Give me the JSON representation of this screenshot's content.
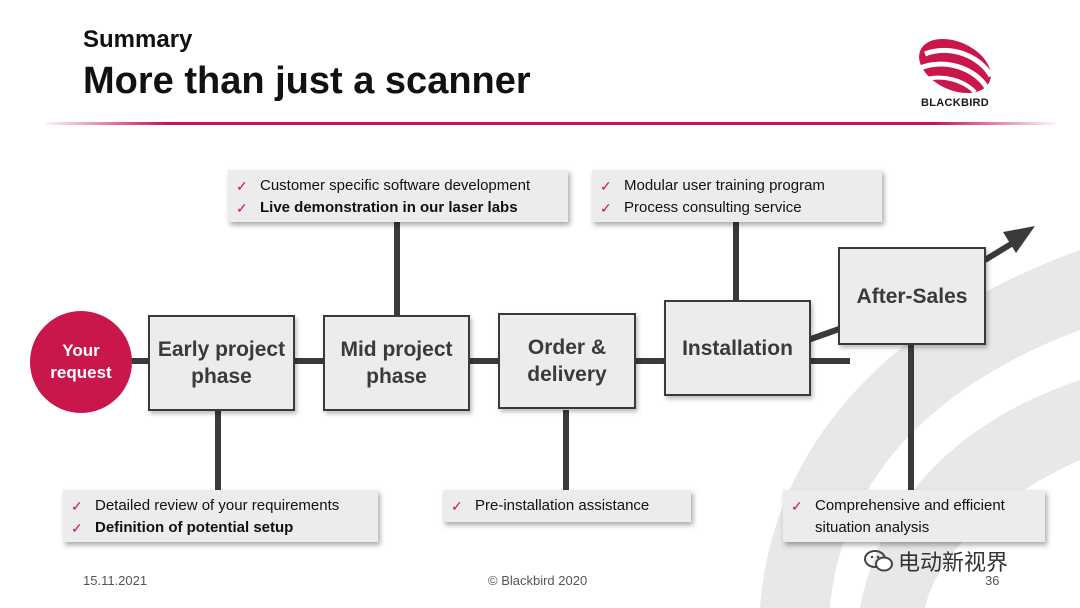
{
  "slide": {
    "subtitle": "Summary",
    "title": "More than just a scanner",
    "logo_text": "BLACKBIRD",
    "accent_color": "#c9174b"
  },
  "start": {
    "label": "Your request"
  },
  "stages": [
    {
      "label": "Early project phase"
    },
    {
      "label": "Mid project phase"
    },
    {
      "label": "Order & delivery"
    },
    {
      "label": "Installation"
    },
    {
      "label": "After-Sales"
    }
  ],
  "notes": {
    "mid_top": [
      {
        "text": "Customer specific software development",
        "bold": false
      },
      {
        "text": "Live demonstration in our laser labs",
        "bold": true
      }
    ],
    "install_top": [
      {
        "text": "Modular user training program",
        "bold": false
      },
      {
        "text": "Process consulting service",
        "bold": false
      }
    ],
    "early_bottom": [
      {
        "text": "Detailed review of your requirements",
        "bold": false
      },
      {
        "text": "Definition of potential setup",
        "bold": true
      }
    ],
    "order_bottom": [
      {
        "text": "Pre-installation assistance",
        "bold": false
      }
    ],
    "after_bottom": [
      {
        "text": "Comprehensive and efficient situation analysis",
        "bold": false
      }
    ],
    "check_symbol": "✓"
  },
  "footer": {
    "date": "15.11.2021",
    "copyright": "© Blackbird 2020",
    "page": "36"
  },
  "watermark": {
    "text": "电动新视界",
    "icon": "wechat-icon"
  }
}
